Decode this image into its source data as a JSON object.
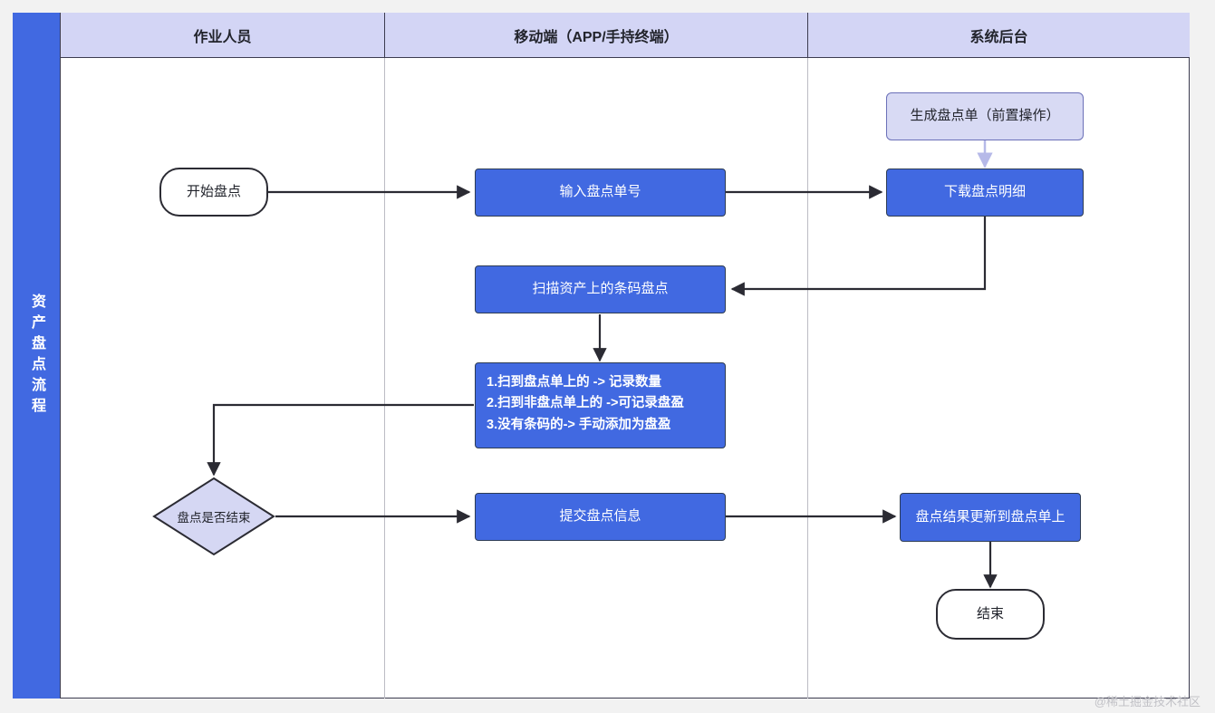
{
  "diagram": {
    "lane_title": "资产盘点流程",
    "columns": [
      {
        "label": "作业人员"
      },
      {
        "label": "移动端（APP/手持终端）"
      },
      {
        "label": "系统后台"
      }
    ],
    "nodes": {
      "preset_order": "生成盘点单（前置操作）",
      "start": "开始盘点",
      "input_order_no": "输入盘点单号",
      "download_detail": "下载盘点明细",
      "scan_barcode": "扫描资产上的条码盘点",
      "rule_1": "1.扫到盘点单上的 -> 记录数量",
      "rule_2": "2.扫到非盘点单上的 ->可记录盘盈",
      "rule_3": "3.没有条码的-> 手动添加为盘盈",
      "decision_finish": "盘点是否结束",
      "submit_info": "提交盘点信息",
      "update_result": "盘点结果更新到盘点单上",
      "end": "结束"
    },
    "colors": {
      "lane_blue": "#4169E1",
      "header_lavender": "#d3d5f5",
      "process_blue": "#4169E1",
      "preset_lavender": "#d8daf4",
      "diamond_lavender": "#d5d7f3",
      "edge_dark": "#2b2b33",
      "edge_light": "#b6b9e8"
    },
    "watermark": "@稀土掘金技术社区"
  }
}
